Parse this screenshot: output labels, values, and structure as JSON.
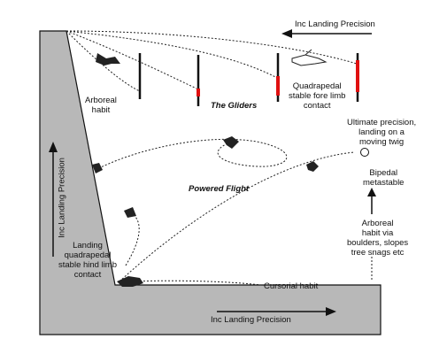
{
  "labels": {
    "top_arrow": "Inc Landing Precision",
    "bottom_arrow": "Inc Landing Precision",
    "left_axis": "Inc Landing Precision",
    "arboreal_habit": [
      "Arboreal",
      "habit"
    ],
    "the_gliders": "The Gliders",
    "quadrapedal_fore": [
      "Quadrapedal",
      "stable fore limb",
      "contact"
    ],
    "ultimate_precision": [
      "Ultimate precision,",
      "landing on a",
      "moving twig"
    ],
    "bipedal_metastable": [
      "Bipedal",
      "metastable"
    ],
    "powered_flight": "Powered Flight",
    "landing_hind": [
      "Landing",
      "quadrapedal",
      "stable hind limb",
      "contact"
    ],
    "arboreal_via": [
      "Arboreal",
      "habit via",
      "boulders, slopes",
      "tree snags etc"
    ],
    "cursorial_habit": "Cursorial habit"
  },
  "colors": {
    "cliff_fill": "#b8b8b8",
    "ink": "#111111",
    "accent_red": "#e01010"
  }
}
